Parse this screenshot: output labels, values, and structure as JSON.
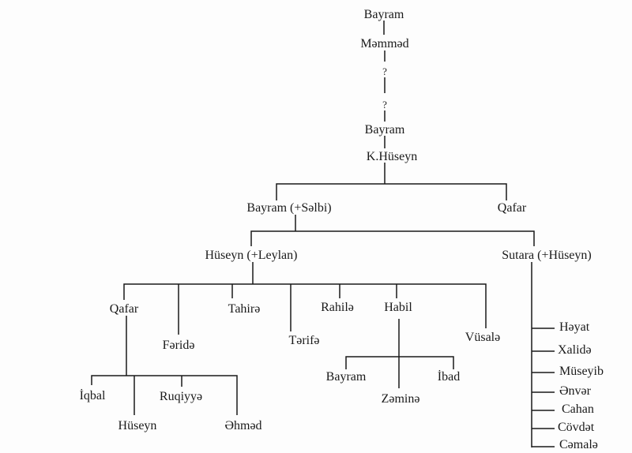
{
  "tree": {
    "gen1": "Bayram",
    "gen2": "Məmməd",
    "unknown1": "?",
    "unknown2": "?",
    "gen3": "Bayram",
    "gen4": "K.Hüseyn",
    "gen5": [
      "Bayram (+Səlbi)",
      "Qafar"
    ],
    "gen6": [
      "Hüseyn (+Leylan)",
      "Sutara (+Hüseyn)"
    ],
    "huseyn_children": [
      "Qafar",
      "Fəridə",
      "Tahirə",
      "Tərifə",
      "Rahilə",
      "Habil",
      "Vüsalə"
    ],
    "qafar_children": [
      "İqbal",
      "Hüseyn",
      "Ruqiyyə",
      "Əhməd"
    ],
    "habil_children": [
      "Bayram",
      "Zəminə",
      "İbad"
    ],
    "sutara_children": [
      "Həyat",
      "Xalidə",
      "Müseyib",
      "Ənvər",
      "Cahan",
      "Cövdət",
      "Cəmalə"
    ]
  }
}
